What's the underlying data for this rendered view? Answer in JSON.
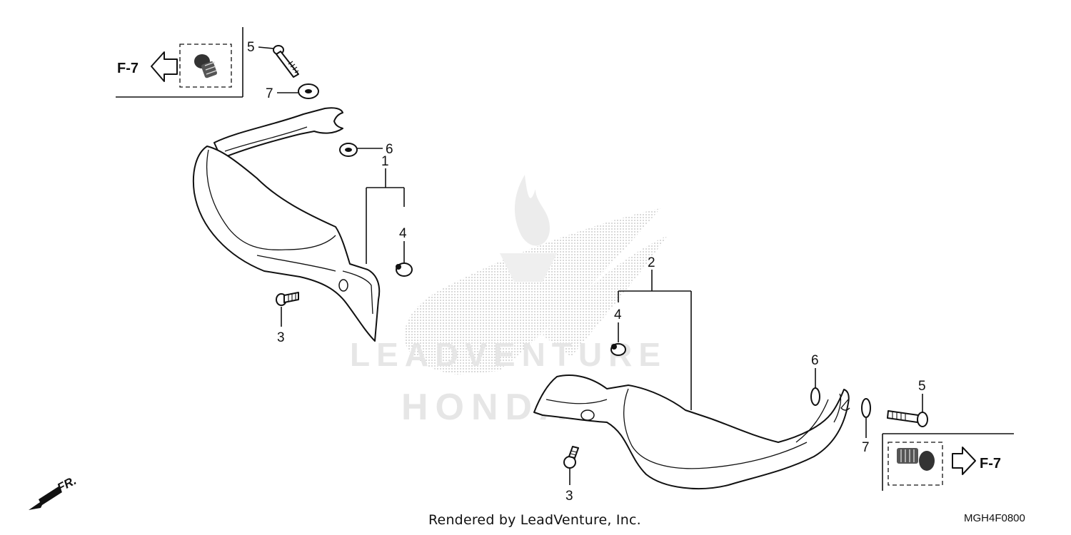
{
  "watermark": {
    "brand_text": "HONDA",
    "dealer_text": "LEADVENTURE"
  },
  "callouts": {
    "left_assembly": "1",
    "right_assembly": "2",
    "left_screw": "3",
    "right_screw": "3",
    "left_clip": "4",
    "right_clip": "4",
    "left_bolt": "5",
    "right_bolt": "5",
    "left_collar": "6",
    "right_collar": "6",
    "left_washer": "7",
    "right_washer": "7"
  },
  "references": {
    "left_ref": "F-7",
    "right_ref": "F-7"
  },
  "direction_label": "FR.",
  "footer": {
    "rendered_by": "Rendered by LeadVenture, Inc.",
    "diagram_code": "MGH4F0800"
  }
}
